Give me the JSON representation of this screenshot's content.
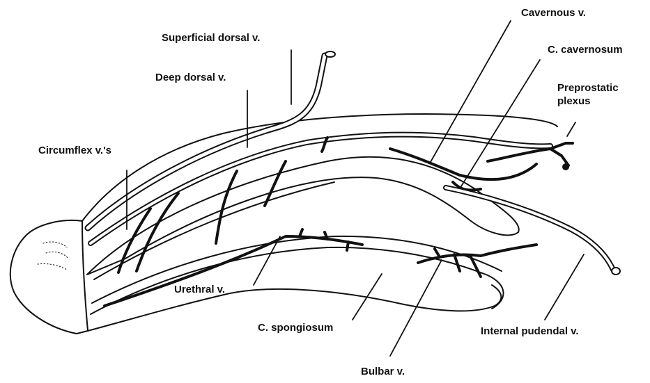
{
  "labels": {
    "superficial_dorsal_v": "Superficial dorsal v.",
    "deep_dorsal_v": "Deep dorsal v.",
    "circumflex_vs": "Circumflex v.'s",
    "cavernous_v": "Cavernous v.",
    "c_cavernosum": "C. cavernosum",
    "preprostatic_plexus": "Preprostatic\nplexus",
    "urethral_v": "Urethral v.",
    "c_spongiosum": "C. spongiosum",
    "internal_pudendal_v": "Internal pudendal v.",
    "bulbar_v": "Bulbar v."
  },
  "colors": {
    "ink": "#111111",
    "background": "#ffffff"
  }
}
